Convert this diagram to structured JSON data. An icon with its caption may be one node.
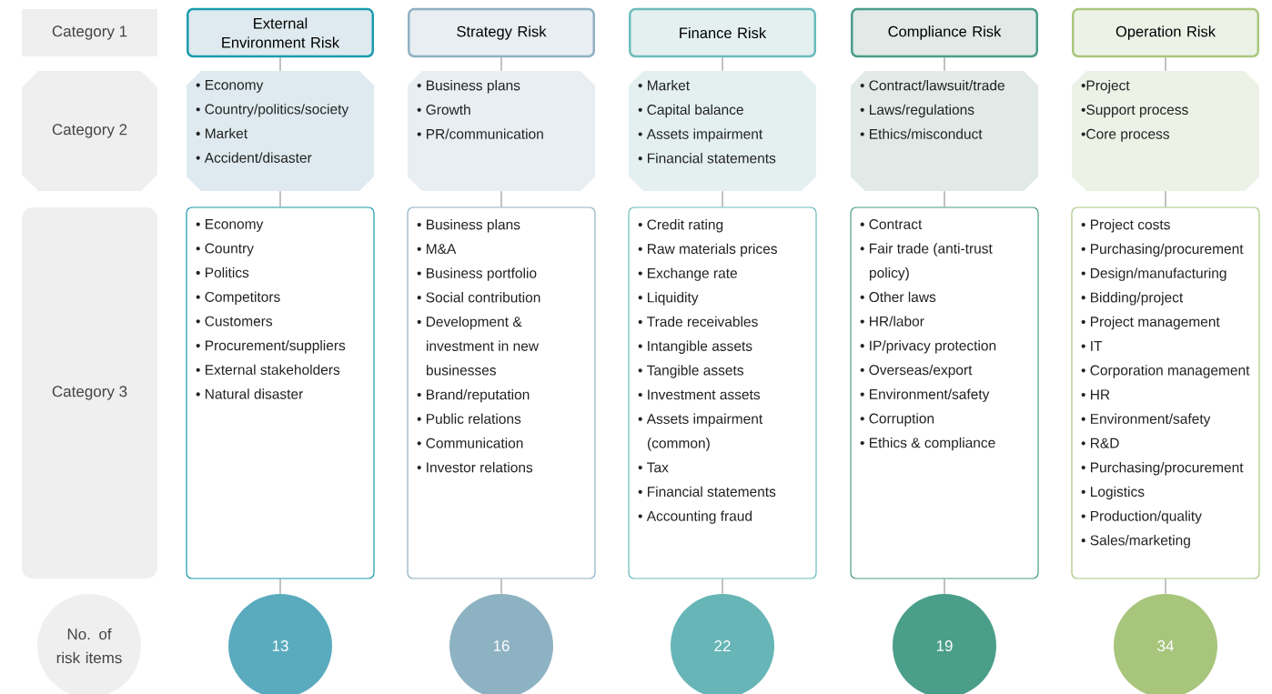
{
  "diagram": {
    "nodes": [
      {
        "text": [
          "Category 1"
        ]
      },
      {
        "text": [
          "Category 2"
        ]
      },
      {
        "text": [
          "Category 3"
        ]
      },
      {
        "text": [
          "No. of risk items"
        ]
      },
      {
        "text": [
          "External Environment Risk"
        ]
      },
      {
        "text": [
          "• Economy",
          "• Country/politics/society",
          "• Market",
          "• Accident/disaster"
        ]
      },
      {
        "text": [
          "• Economy",
          "• Country",
          "• Politics",
          "• Competitors",
          "• Customers",
          "• Procurement/suppliers",
          "• External stakeholders",
          "• Natural disaster"
        ]
      },
      {
        "text": [
          "13"
        ]
      },
      {
        "text": [
          "Strategy Risk"
        ]
      },
      {
        "text": [
          "• Business plans",
          "• Growth",
          "• PR/communication"
        ]
      },
      {
        "text": [
          "• Business plans",
          "• M&A",
          "• Business portfolio",
          "• Social contribution",
          "• Development & investment in new businesses",
          "• Brand/reputation",
          "• Public relations",
          "• Communication",
          "• Investor relations"
        ]
      },
      {
        "text": [
          "16"
        ]
      },
      {
        "text": [
          "Finance Risk"
        ]
      },
      {
        "text": [
          "• Market",
          "• Capital balance",
          "• Assets impairment",
          "• Financial statements"
        ]
      },
      {
        "text": [
          "• Credit rating",
          "• Raw materials prices",
          "• Exchange rate",
          "• Liquidity",
          "• Trade receivables",
          "• Intangible assets",
          "• Tangible assets",
          "• Investment assets",
          "• Assets impairment (common)",
          "• Tax",
          "• Financial statements",
          "• Accounting fraud"
        ]
      },
      {
        "text": [
          "22"
        ]
      },
      {
        "text": [
          "Compliance Risk"
        ]
      },
      {
        "text": [
          "• Contract/lawsuit/trade",
          "• Laws/regulations",
          "• Ethics/misconduct"
        ]
      },
      {
        "text": [
          "• Contract",
          "• Fair trade (anti-trust policy)",
          "• Other laws",
          "• HR/labor",
          "• IP/privacy protection",
          "• Overseas/export",
          "• Environment/safety",
          "• Corruption",
          "• Ethics & compliance"
        ]
      },
      {
        "text": [
          "19"
        ]
      },
      {
        "text": [
          "Operation Risk"
        ]
      },
      {
        "text": [
          "•Project",
          "•Support process",
          "•Core process"
        ]
      },
      {
        "text": [
          "• Project costs",
          "• Purchasing/procurement",
          "• Design/manufacturing",
          "• Bidding/project",
          "• Project management",
          "• IT",
          "• Corporation management",
          "• HR",
          "• Environment/safety",
          "• R&D",
          "• Purchasing/procurement",
          "• Logistics",
          "• Production/quality",
          "• Sales/marketing"
        ]
      },
      {
        "text": [
          "34"
        ]
      }
    ],
    "edges": [
      {
        "from": 4,
        "to": 5,
        "arrow": "none"
      },
      {
        "from": 5,
        "to": 6,
        "arrow": "none"
      },
      {
        "from": 6,
        "to": 7,
        "arrow": "none"
      },
      {
        "from": 8,
        "to": 9,
        "arrow": "none"
      },
      {
        "from": 9,
        "to": 10,
        "arrow": "none"
      },
      {
        "from": 10,
        "to": 11,
        "arrow": "none"
      },
      {
        "from": 12,
        "to": 13,
        "arrow": "none"
      },
      {
        "from": 13,
        "to": 14,
        "arrow": "none"
      },
      {
        "from": 14,
        "to": 15,
        "arrow": "none"
      },
      {
        "from": 16,
        "to": 17,
        "arrow": "none"
      },
      {
        "from": 17,
        "to": 18,
        "arrow": "none"
      },
      {
        "from": 18,
        "to": 19,
        "arrow": "none"
      },
      {
        "from": 20,
        "to": 21,
        "arrow": "none"
      },
      {
        "from": 21,
        "to": 22,
        "arrow": "none"
      },
      {
        "from": 22,
        "to": 23,
        "arrow": "none"
      }
    ]
  }
}
